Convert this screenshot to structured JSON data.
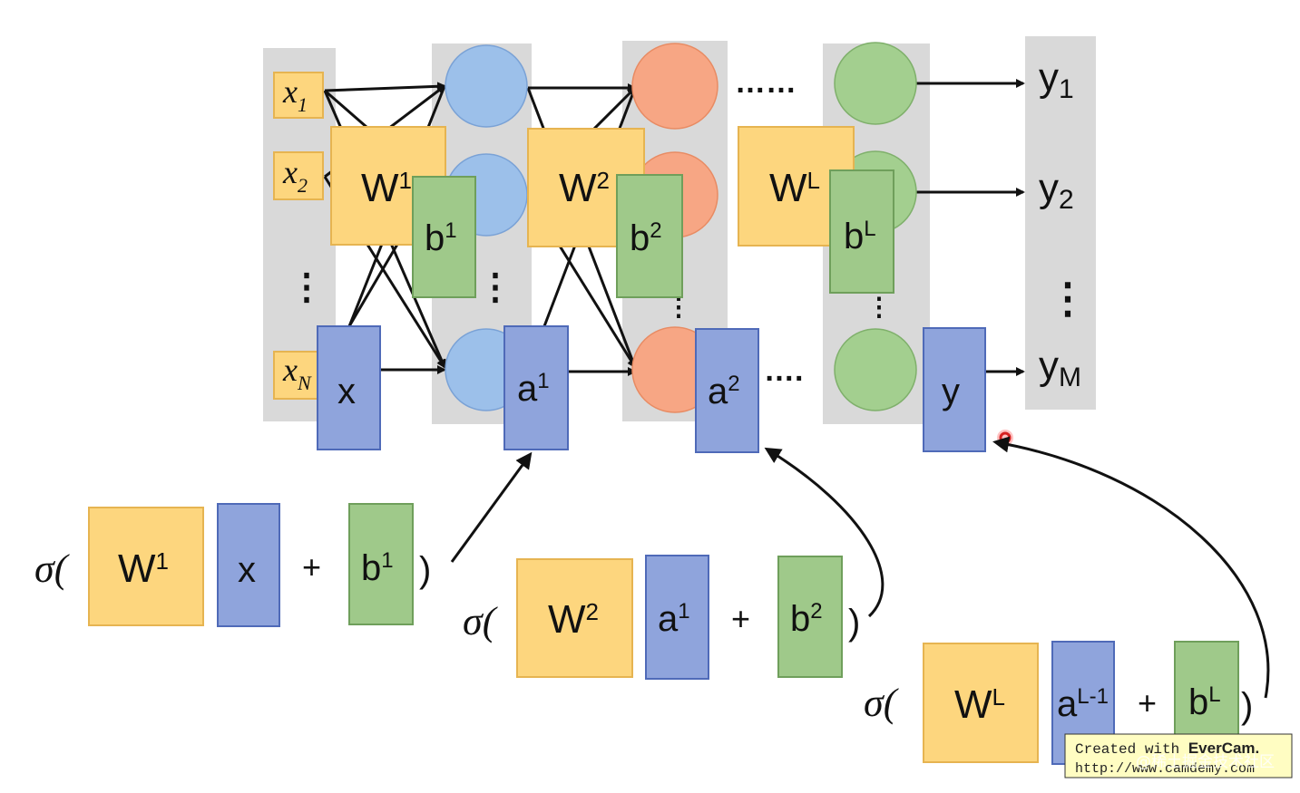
{
  "inputs": [
    "x1",
    "x2",
    "xN"
  ],
  "inputs_display": {
    "x1": {
      "base": "x",
      "sub": "1"
    },
    "x2": {
      "base": "x",
      "sub": "2"
    },
    "xN": {
      "base": "x",
      "sub": "N"
    }
  },
  "outputs": [
    {
      "base": "y",
      "sub": "1"
    },
    {
      "base": "y",
      "sub": "2"
    },
    {
      "base": "y",
      "sub": "M"
    }
  ],
  "layer_overlays": {
    "w1": {
      "base": "W",
      "sup": "1"
    },
    "b1": {
      "base": "b",
      "sup": "1"
    },
    "w2": {
      "base": "W",
      "sup": "2"
    },
    "b2": {
      "base": "b",
      "sup": "2"
    },
    "wL": {
      "base": "W",
      "sup": "L"
    },
    "bL": {
      "base": "b",
      "sup": "L"
    },
    "x": {
      "base": "x",
      "sup": ""
    },
    "a1": {
      "base": "a",
      "sup": "1"
    },
    "a2": {
      "base": "a",
      "sup": "2"
    },
    "y": {
      "base": "y",
      "sup": ""
    }
  },
  "ellipses": {
    "top": "……",
    "mid": "….",
    "vertical": "⋮"
  },
  "equations": [
    {
      "sigma": "σ(",
      "w": {
        "base": "W",
        "sup": "1"
      },
      "input": {
        "base": "x",
        "sup": ""
      },
      "plus": "+",
      "b": {
        "base": "b",
        "sup": "1"
      },
      "close": ")"
    },
    {
      "sigma": "σ(",
      "w": {
        "base": "W",
        "sup": "2"
      },
      "input": {
        "base": "a",
        "sup": "1"
      },
      "plus": "+",
      "b": {
        "base": "b",
        "sup": "2"
      },
      "close": ")"
    },
    {
      "sigma": "σ(",
      "w": {
        "base": "W",
        "sup": "L"
      },
      "input": {
        "base": "a",
        "sup": "L-1"
      },
      "plus": "+",
      "b": {
        "base": "b",
        "sup": "L"
      },
      "close": ")"
    }
  ],
  "watermark": {
    "line1_prefix": "Created with ",
    "line1_brand": "EverCam.",
    "line2": "http://www.camdemy.com",
    "overlay": "@稀土掘金技术社区"
  },
  "colors": {
    "weight": "#fdd67e",
    "activation": "#8fa4dc",
    "bias": "#9fc98a",
    "layer1_neuron": "#9cc0ea",
    "layer2_neuron": "#f7a684",
    "layerL_neuron": "#a3cf8f",
    "column_bg": "#d9d9d9"
  }
}
